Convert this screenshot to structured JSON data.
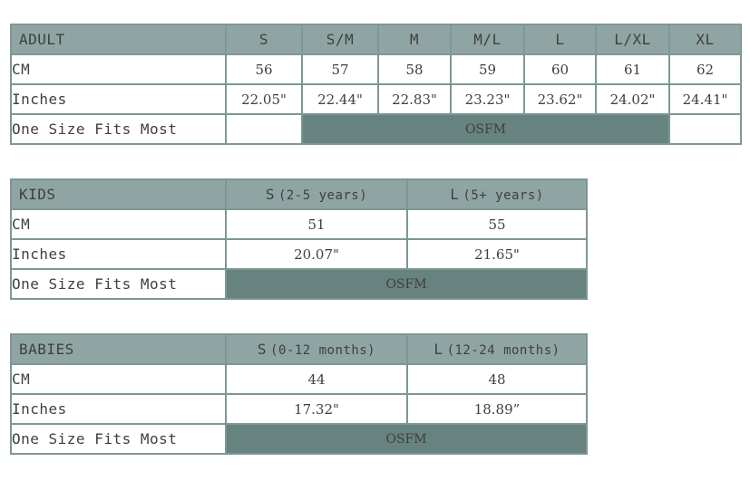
{
  "adult": {
    "header": [
      "ADULT",
      "S",
      "S/M",
      "M",
      "M/L",
      "L",
      "L/XL",
      "XL"
    ],
    "cm_label": "CM",
    "cm": [
      "56",
      "57",
      "58",
      "59",
      "60",
      "61",
      "62"
    ],
    "inches_label": "Inches",
    "inches": [
      "22.05\"",
      "22.44\"",
      "22.83\"",
      "23.23\"",
      "23.62\"",
      "24.02\"",
      "24.41\""
    ],
    "osfm_label": "One Size Fits Most",
    "osfm_value": "OSFM"
  },
  "kids": {
    "title": "KIDS",
    "sizes": [
      {
        "size": "S",
        "range": "(2-5 years)"
      },
      {
        "size": "L",
        "range": "(5+ years)"
      }
    ],
    "cm_label": "CM",
    "cm": [
      "51",
      "55"
    ],
    "inches_label": "Inches",
    "inches": [
      "20.07\"",
      "21.65\""
    ],
    "osfm_label": "One Size Fits Most",
    "osfm_value": "OSFM"
  },
  "babies": {
    "title": "BABIES",
    "sizes": [
      {
        "size": "S",
        "range": "(0-12 months)"
      },
      {
        "size": "L",
        "range": "(12-24 months)"
      }
    ],
    "cm_label": "CM",
    "cm": [
      "44",
      "48"
    ],
    "inches_label": "Inches",
    "inches": [
      "17.32\"",
      "18.89”"
    ],
    "osfm_label": "One Size Fits Most",
    "osfm_value": "OSFM"
  },
  "colors": {
    "header_bg": "#8fa5a3",
    "osfm_bg": "#67837f",
    "border": "#7d9795"
  }
}
